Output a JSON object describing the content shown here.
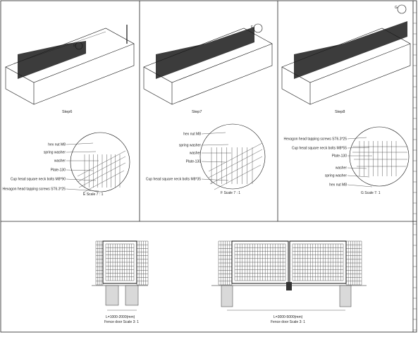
{
  "panels": [
    {
      "step": "Step6",
      "detail_marker": "E",
      "detail_caption": "E   Scale 7 : 1",
      "callouts": [
        "hex nut M8",
        "spring washer",
        "washer",
        "Plate-130",
        "Cup head square neck  bolts  M8*90",
        "Hexagon head tapping screws ST6.3*25"
      ]
    },
    {
      "step": "Step7",
      "detail_marker": "F",
      "detail_caption": "F   Scale 7 : 1",
      "callouts": [
        "hex nut M8",
        "spring washer",
        "washer",
        "Plate-130",
        "Cup head square neck  bolts  M8*35"
      ]
    },
    {
      "step": "Step8",
      "detail_marker": "G",
      "detail_caption": "G   Scale 7: 1",
      "callouts": [
        "Hexagon head tapping screws ST6.3*25",
        "Cup head square neck  bolts  M8*55",
        "Plate-130",
        "washer",
        "spring washer",
        "hex nut M8"
      ]
    }
  ],
  "doors": [
    {
      "size": "L=1000-2000(mm)",
      "caption": "Fence door    Scale 3: 1"
    },
    {
      "size": "L=3000-5000(mm)",
      "caption": "Fence door    Scale 3: 1"
    }
  ]
}
